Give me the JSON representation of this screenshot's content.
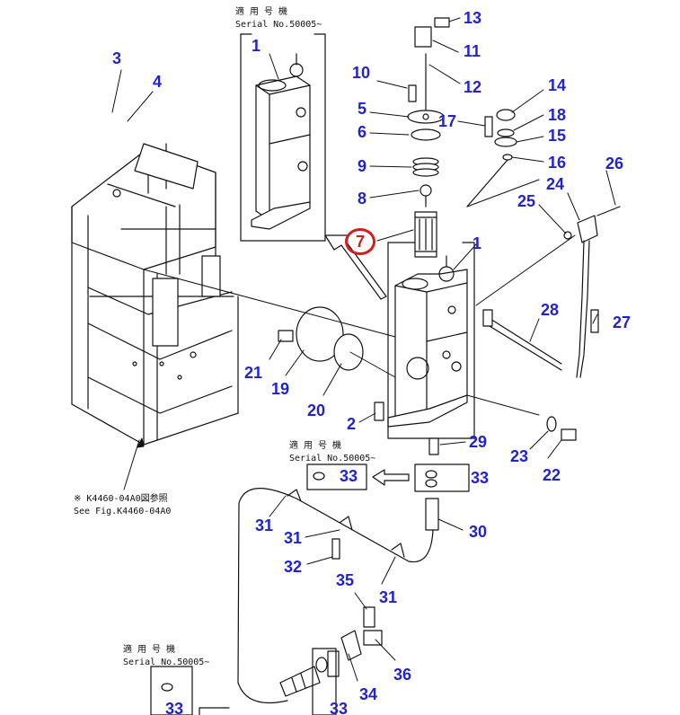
{
  "colors": {
    "callout": "#2323c8",
    "highlight": "#d21e1e",
    "line": "#111111"
  },
  "notes": {
    "applicable_jp": "適 用 号 機",
    "serial": "Serial No.50005~",
    "ref_jp": "※ K4460-04A0図参照",
    "ref_en": "See Fig.K4460-04A0"
  },
  "highlighted_part": "7",
  "callouts": [
    "1",
    "1",
    "2",
    "3",
    "4",
    "5",
    "6",
    "8",
    "9",
    "10",
    "11",
    "12",
    "13",
    "14",
    "15",
    "16",
    "17",
    "18",
    "19",
    "20",
    "21",
    "22",
    "23",
    "24",
    "25",
    "26",
    "27",
    "28",
    "29",
    "30",
    "31",
    "31",
    "31",
    "32",
    "33",
    "33",
    "33",
    "33",
    "34",
    "35",
    "36"
  ]
}
